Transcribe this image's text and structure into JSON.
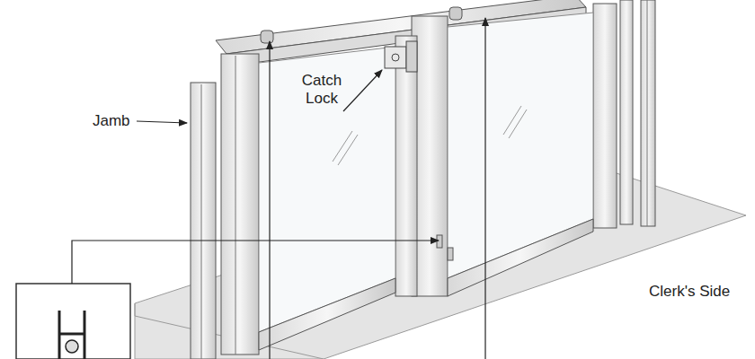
{
  "diagram": {
    "labels": [
      "Jamb",
      "Catch Lock",
      "Clerk's Side"
    ]
  }
}
